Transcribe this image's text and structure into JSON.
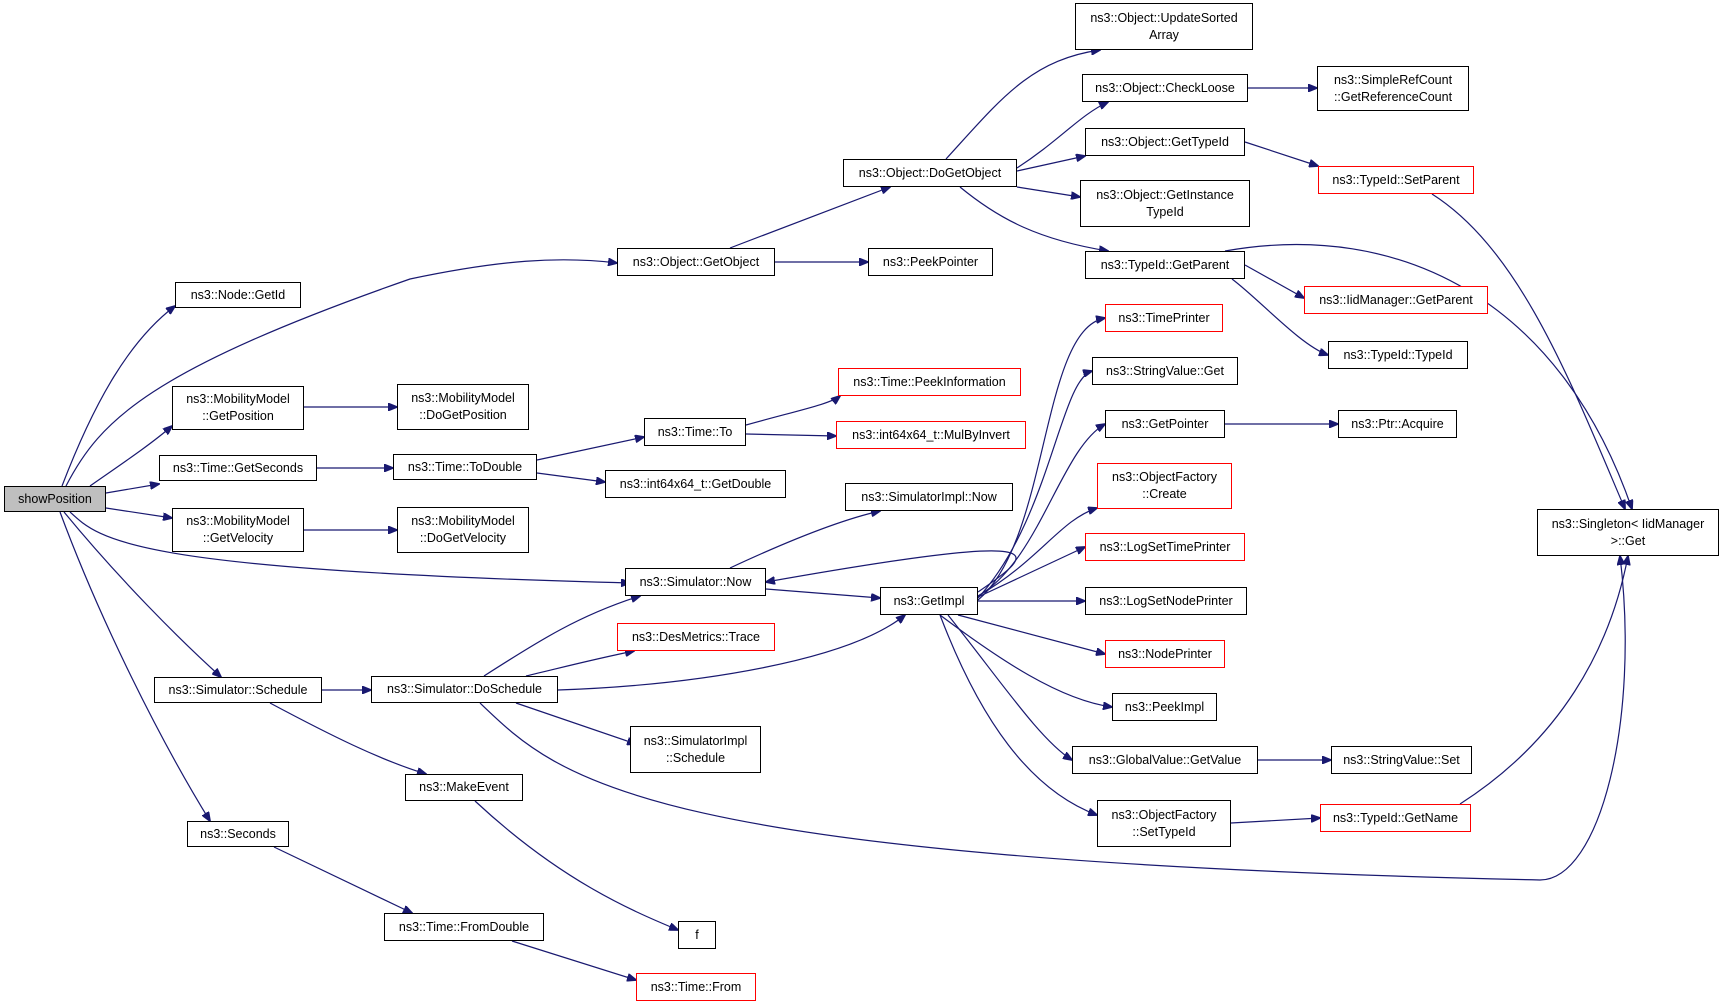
{
  "graph": {
    "colors": {
      "edge": "#191970",
      "link_border": "#000000",
      "missing_border": "#ff0000",
      "root_fill": "#bfbfbf"
    },
    "nodes": {
      "showPosition": "showPosition",
      "node_getid": "ns3::Node::GetId",
      "mm_getposition": "ns3::MobilityModel\n::GetPosition",
      "time_getseconds": "ns3::Time::GetSeconds",
      "mm_getvelocity": "ns3::MobilityModel\n::GetVelocity",
      "sim_schedule": "ns3::Simulator::Schedule",
      "seconds": "ns3::Seconds",
      "obj_getobject": "ns3::Object::GetObject",
      "mm_dogetposition": "ns3::MobilityModel\n::DoGetPosition",
      "time_todouble": "ns3::Time::ToDouble",
      "mm_dogetvelocity": "ns3::MobilityModel\n::DoGetVelocity",
      "sim_now": "ns3::Simulator::Now",
      "sim_doschedule": "ns3::Simulator::DoSchedule",
      "makeevent": "ns3::MakeEvent",
      "time_fromdouble": "ns3::Time::FromDouble",
      "obj_dogetobject": "ns3::Object::DoGetObject",
      "peekpointer": "ns3::PeekPointer",
      "time_to": "ns3::Time::To",
      "int64_getdouble": "ns3::int64x64_t::GetDouble",
      "simimpl_now": "ns3::SimulatorImpl::Now",
      "desmetrics_trace": "ns3::DesMetrics::Trace",
      "simimpl_schedule": "ns3::SimulatorImpl\n::Schedule",
      "f": "f",
      "time_from": "ns3::Time::From",
      "time_peekinfo": "ns3::Time::PeekInformation",
      "int64_mulbyinvert": "ns3::int64x64_t::MulByInvert",
      "getimpl": "ns3::GetImpl",
      "obj_updatesorted": "ns3::Object::UpdateSorted\nArray",
      "obj_checkloose": "ns3::Object::CheckLoose",
      "obj_gettypeid": "ns3::Object::GetTypeId",
      "obj_getinstancetypeid": "ns3::Object::GetInstance\nTypeId",
      "typeid_getparent": "ns3::TypeId::GetParent",
      "timeprinter": "ns3::TimePrinter",
      "stringvalue_get": "ns3::StringValue::Get",
      "getpointer": "ns3::GetPointer",
      "objfactory_create": "ns3::ObjectFactory\n::Create",
      "logsettimeprinter": "ns3::LogSetTimePrinter",
      "logsetnodeprinter": "ns3::LogSetNodePrinter",
      "nodeprinter": "ns3::NodePrinter",
      "peekimpl": "ns3::PeekImpl",
      "globalvalue_getvalue": "ns3::GlobalValue::GetValue",
      "objfactory_settypeid": "ns3::ObjectFactory\n::SetTypeId",
      "simplerefcount": "ns3::SimpleRefCount\n::GetReferenceCount",
      "typeid_setparent": "ns3::TypeId::SetParent",
      "iidmanager_getparent": "ns3::IidManager::GetParent",
      "typeid_typeid": "ns3::TypeId::TypeId",
      "ptr_acquire": "ns3::Ptr::Acquire",
      "stringvalue_set": "ns3::StringValue::Set",
      "typeid_getname": "ns3::TypeId::GetName",
      "singleton_get": "ns3::Singleton< IidManager\n>::Get"
    }
  }
}
